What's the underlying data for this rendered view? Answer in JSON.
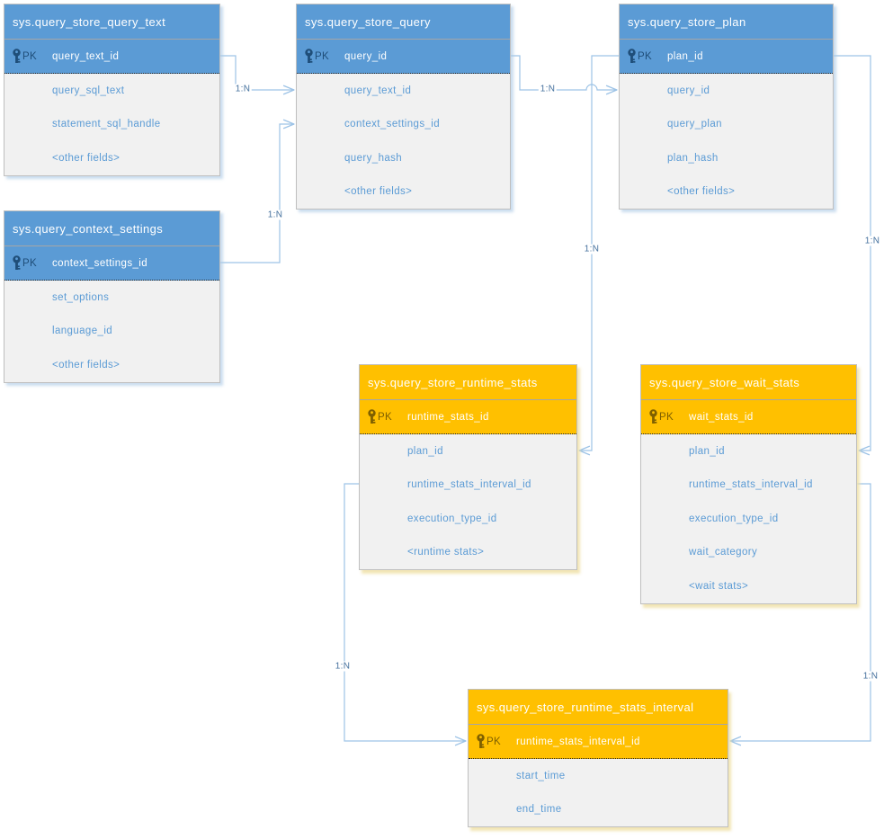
{
  "tables": [
    {
      "title": "sys.query_store_query_text",
      "theme": "blue",
      "pk": {
        "badge": "PK",
        "field": "query_text_id"
      },
      "fields": [
        "query_sql_text",
        "statement_sql_handle",
        "<other fields>"
      ]
    },
    {
      "title": "sys.query_store_query",
      "theme": "blue",
      "pk": {
        "badge": "PK",
        "field": "query_id"
      },
      "fields": [
        "query_text_id",
        "context_settings_id",
        "query_hash",
        "<other fields>"
      ]
    },
    {
      "title": "sys.query_store_plan",
      "theme": "blue",
      "pk": {
        "badge": "PK",
        "field": "plan_id"
      },
      "fields": [
        "query_id",
        "query_plan",
        "plan_hash",
        "<other fields>"
      ]
    },
    {
      "title": "sys.query_context_settings",
      "theme": "blue",
      "pk": {
        "badge": "PK",
        "field": "context_settings_id"
      },
      "fields": [
        "set_options",
        "language_id",
        "<other fields>"
      ]
    },
    {
      "title": "sys.query_store_runtime_stats",
      "theme": "orange",
      "pk": {
        "badge": "PK",
        "field": "runtime_stats_id"
      },
      "fields": [
        "plan_id",
        "runtime_stats_interval_id",
        "execution_type_id",
        "<runtime stats>"
      ]
    },
    {
      "title": "sys.query_store_wait_stats",
      "theme": "orange",
      "pk": {
        "badge": "PK",
        "field": "wait_stats_id"
      },
      "fields": [
        "plan_id",
        "runtime_stats_interval_id",
        "execution_type_id",
        "wait_category",
        "<wait stats>"
      ]
    },
    {
      "title": "sys.query_store_runtime_stats_interval",
      "theme": "orange",
      "pk": {
        "badge": "PK",
        "field": "runtime_stats_interval_id"
      },
      "fields": [
        "start_time",
        "end_time"
      ]
    }
  ],
  "connectors": [
    {
      "label": "1:N",
      "from": "sys.query_store_query_text.query_text_id",
      "to": "sys.query_store_query.query_text_id"
    },
    {
      "label": "1:N",
      "from": "sys.query_context_settings.context_settings_id",
      "to": "sys.query_store_query.context_settings_id"
    },
    {
      "label": "1:N",
      "from": "sys.query_store_query.query_id",
      "to": "sys.query_store_plan.query_id"
    },
    {
      "label": "1:N",
      "from": "sys.query_store_plan.plan_id",
      "to": "sys.query_store_runtime_stats.plan_id"
    },
    {
      "label": "1:N",
      "from": "sys.query_store_plan.plan_id",
      "to": "sys.query_store_wait_stats.plan_id"
    },
    {
      "label": "1:N",
      "from": "sys.query_store_runtime_stats_interval.runtime_stats_interval_id",
      "to": "sys.query_store_runtime_stats.runtime_stats_interval_id"
    },
    {
      "label": "1:N",
      "from": "sys.query_store_runtime_stats_interval.runtime_stats_interval_id",
      "to": "sys.query_store_wait_stats.runtime_stats_interval_id"
    }
  ]
}
